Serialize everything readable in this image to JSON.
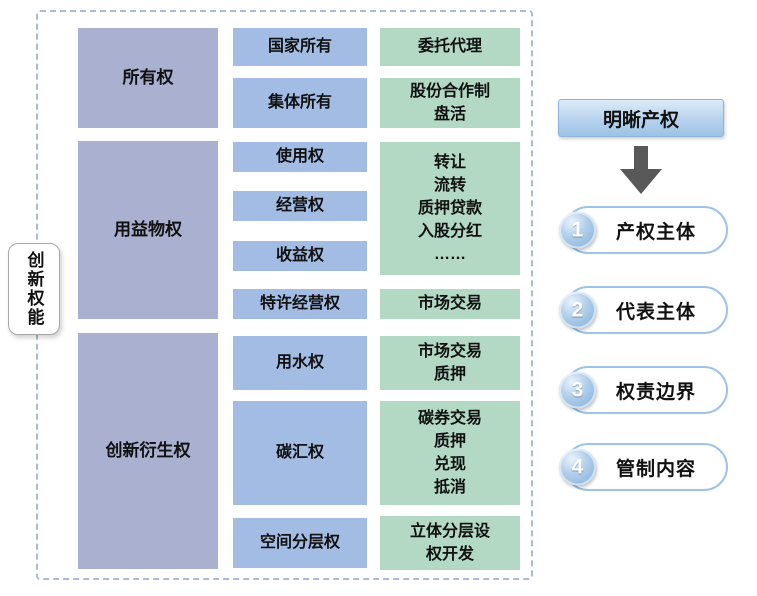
{
  "frame": {
    "side_label": "创新权能"
  },
  "columns": {
    "groups": [
      {
        "label": "所有权"
      },
      {
        "label": "用益物权"
      },
      {
        "label": "创新衍生权"
      }
    ],
    "rights": [
      {
        "label": "国家所有"
      },
      {
        "label": "集体所有"
      },
      {
        "label": "使用权"
      },
      {
        "label": "经营权"
      },
      {
        "label": "收益权"
      },
      {
        "label": "特许经营权"
      },
      {
        "label": "用水权"
      },
      {
        "label": "碳汇权"
      },
      {
        "label": "空间分层权"
      }
    ],
    "mechanisms": [
      {
        "label": "委托代理"
      },
      {
        "label": "股份合作制\n盘活"
      },
      {
        "label": "转让\n流转\n质押贷款\n入股分红\n……"
      },
      {
        "label": "市场交易"
      },
      {
        "label": "市场交易\n质押"
      },
      {
        "label": "碳券交易\n质押\n兑现\n抵消"
      },
      {
        "label": "立体分层设\n权开发"
      }
    ]
  },
  "right_panel": {
    "header": "明晰产权",
    "items": [
      {
        "num": "1",
        "label": "产权主体"
      },
      {
        "num": "2",
        "label": "代表主体"
      },
      {
        "num": "3",
        "label": "权责边界"
      },
      {
        "num": "4",
        "label": "管制内容"
      }
    ]
  },
  "colors": {
    "group_box": "#a9b0d0",
    "right_box": "#a3bce3",
    "mechanism_box": "#b3d9c4",
    "pill_border": "#9dc3e6",
    "frame_dash": "#a9bcd6",
    "arrow": "#595959"
  }
}
